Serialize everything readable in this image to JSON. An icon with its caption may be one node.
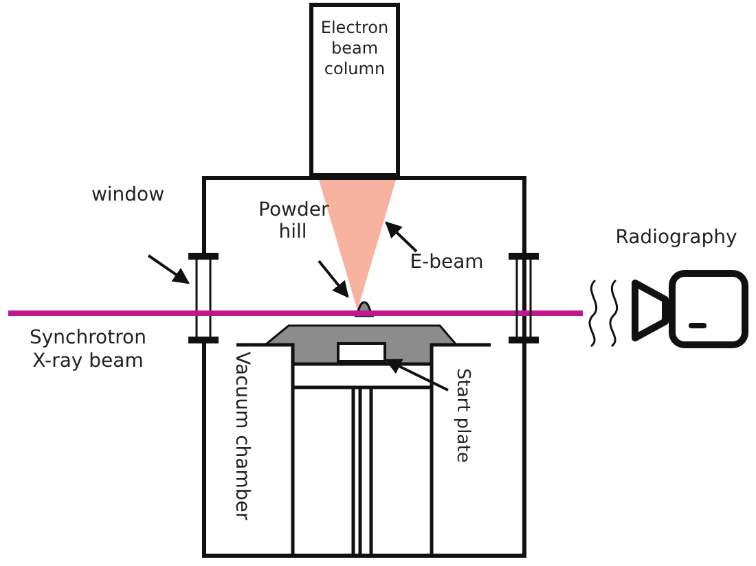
{
  "diagram": {
    "nodes": [
      {
        "text": [
          "Electron beam column"
        ]
      },
      {
        "text": [
          "Vacuum chamber"
        ]
      },
      {
        "text": [
          "window"
        ]
      },
      {
        "text": [],
        "shape": "box"
      },
      {
        "text": [
          "Powder hill"
        ],
        "in": 1
      },
      {
        "text": [],
        "shape": "circle",
        "in": 1
      },
      {
        "text": [
          "E-beam"
        ],
        "in": 1
      },
      {
        "text": [],
        "shape": "triangle",
        "in": 1
      },
      {
        "text": [
          "Start plate"
        ],
        "in": 1
      },
      {
        "text": [],
        "shape": "box",
        "in": 1
      }
    ],
    "edges": [
      {
        "from": 2,
        "to": 3,
        "arrow": "to"
      },
      {
        "from": 4,
        "to": 5,
        "arrow": "to"
      },
      {
        "from": 6,
        "to": 7,
        "arrow": "to"
      },
      {
        "from": 8,
        "to": 9,
        "arrow": "to"
      }
    ],
    "labels": [
      "Radiography",
      "Synchrotron X-ray beam"
    ]
  }
}
